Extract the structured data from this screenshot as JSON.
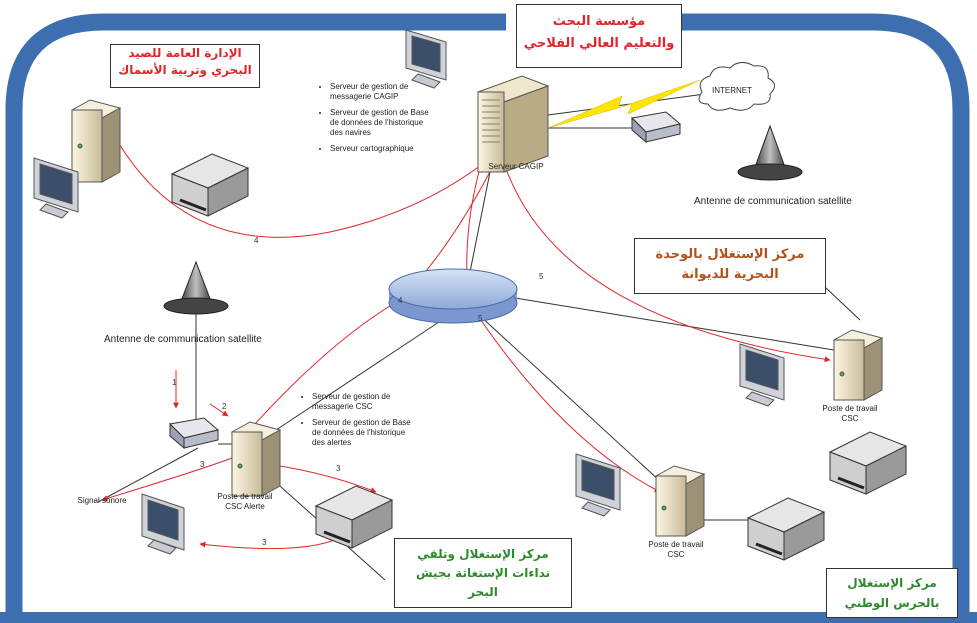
{
  "boxes": {
    "fisheries_admin": {
      "line1": "الإدارة العامة للصيد",
      "line2": "البحري وتربية الأسماك"
    },
    "research_institution": {
      "line1": "مؤسسة البحث",
      "line2": "والتعليم العالي الفلاحي"
    },
    "customs_unit": {
      "line1": "مركز الإستغلال بالوحدة",
      "line2": "البحرية للديوانة"
    },
    "navy_center": {
      "line1": "مركز الإستغلال وتلقي",
      "line2": "نداءات الإستغاثة بجيش",
      "line3": "البحر"
    },
    "national_guard": {
      "line1": "مركز الإستغلال",
      "line2": "بالحرس الوطني"
    }
  },
  "services_central": [
    "Serveur de gestion de messagerie CAGIP",
    "Serveur de gestion de Base de données de l'historique des navires",
    "Serveur cartographique"
  ],
  "services_csc": [
    "Serveur de gestion de messagerie CSC",
    "Serveur de gestion de Base de données de l'historique des alertes"
  ],
  "labels": {
    "serveur_cagip": "Serveur CAGIP",
    "antenna": "Antenne de communication satellite",
    "poste_csc_alerte": {
      "line1": "Poste de travail",
      "line2": "CSC Alerte"
    },
    "poste_csc": {
      "line1": "Poste de travail",
      "line2": "CSC"
    },
    "signal_sonore": "Signal sonore",
    "internet": "INTERNET"
  },
  "steps": [
    "4",
    "4",
    "5",
    "5",
    "1",
    "2",
    "3",
    "3",
    "3"
  ],
  "colors": {
    "frame_blue": "#3d6fb0",
    "arabic_red": "#e0262a",
    "arabic_brown": "#b2521d",
    "arabic_green": "#2d8a2a",
    "arrow_red": "#e0262a",
    "lightning_yellow": "#ffe600"
  }
}
